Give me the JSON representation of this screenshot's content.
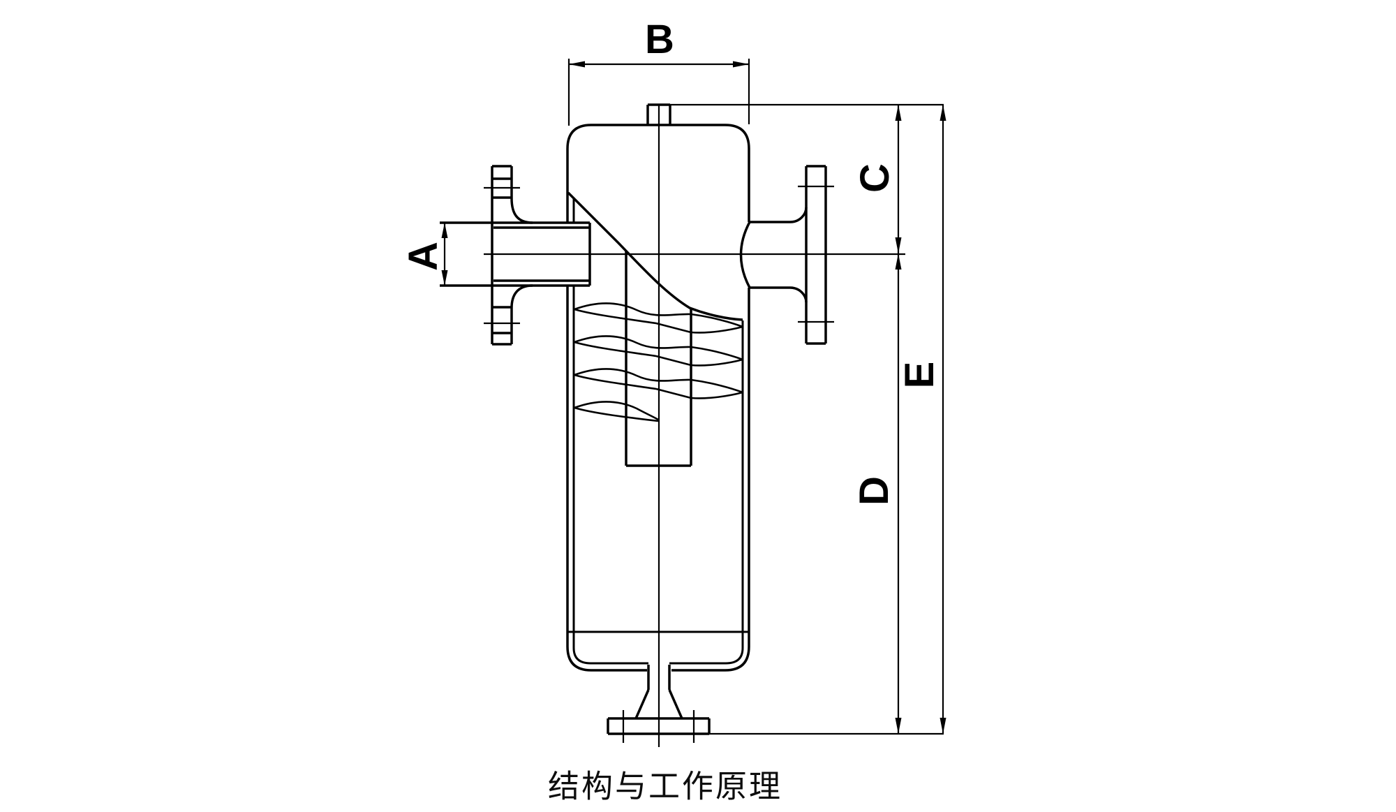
{
  "caption": "结构与工作原理",
  "labels": {
    "a": "A",
    "b": "B",
    "c": "C",
    "d": "D",
    "e": "E"
  },
  "colors": {
    "line": "#000000",
    "background": "#ffffff",
    "text": "#000000"
  }
}
